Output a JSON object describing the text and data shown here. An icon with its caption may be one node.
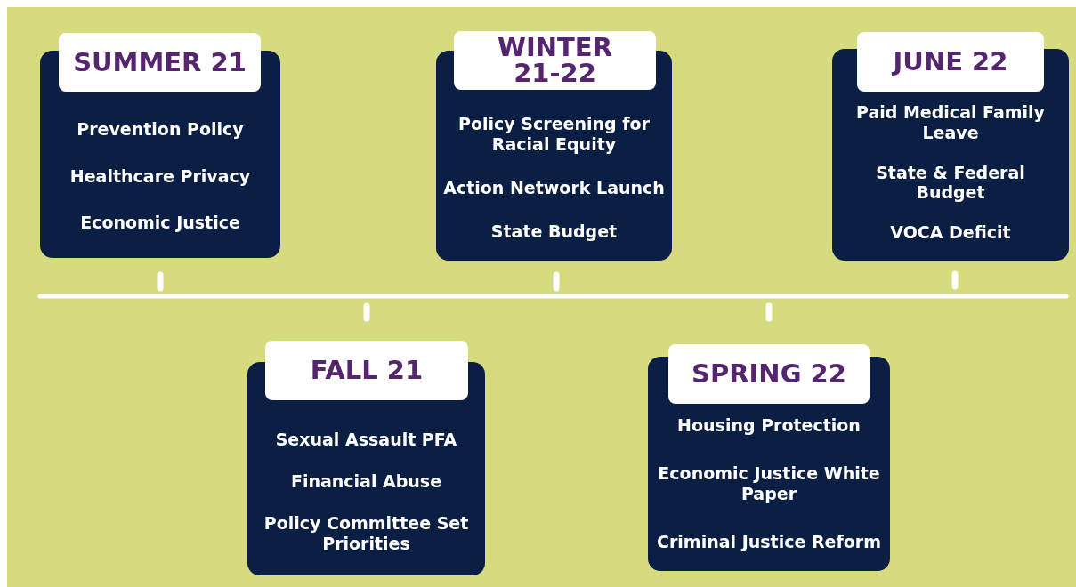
{
  "diagram": {
    "nodes": [
      {
        "text": [
          "SUMMER 21",
          "Prevention Policy",
          "Healthcare Privacy",
          "Economic Justice"
        ]
      },
      {
        "text": [
          "WINTER 21-22",
          "Policy Screening for Racial Equity",
          "Action Network Launch",
          "State Budget"
        ]
      },
      {
        "text": [
          "JUNE 22",
          "Paid Medical Family Leave",
          "State & Federal Budget",
          "VOCA Deficit"
        ]
      },
      {
        "text": [
          "FALL 21",
          "Sexual Assault PFA",
          "Financial Abuse",
          "Policy Committee Set  Priorities"
        ]
      },
      {
        "text": [
          "SPRING 22",
          "Housing Protection",
          "Economic Justice White Paper",
          "Criminal Justice Reform"
        ]
      }
    ]
  }
}
